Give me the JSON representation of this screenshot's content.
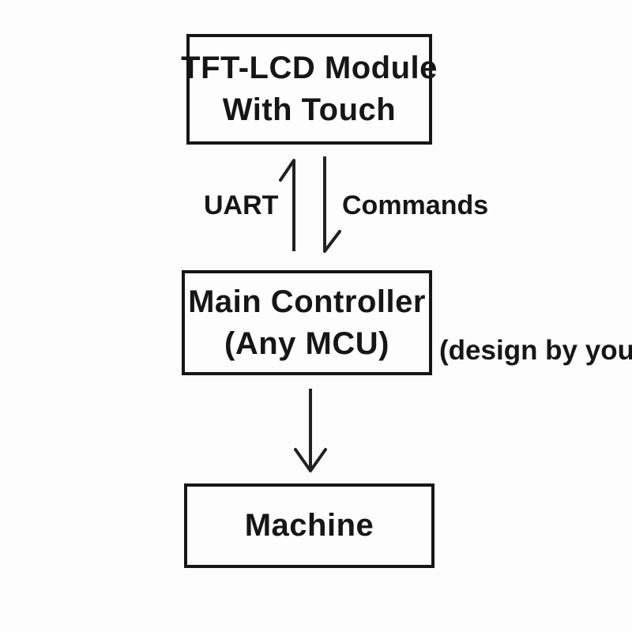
{
  "diagram": {
    "nodes": {
      "tft_lcd": {
        "lines": [
          "TFT-LCD Module",
          "With Touch"
        ]
      },
      "main_controller": {
        "lines": [
          "Main Controller",
          "(Any MCU)"
        ]
      },
      "machine": {
        "lines": [
          "Machine"
        ]
      }
    },
    "edge_labels": {
      "uart": "UART",
      "commands": "Commands"
    },
    "annotations": {
      "design_note": "(design by yourself)"
    },
    "colors": {
      "background": "#fcfcfc",
      "box_border": "#161616",
      "box_fill": "#fdfdfd",
      "text": "#161616",
      "arrow": "#222222"
    }
  }
}
